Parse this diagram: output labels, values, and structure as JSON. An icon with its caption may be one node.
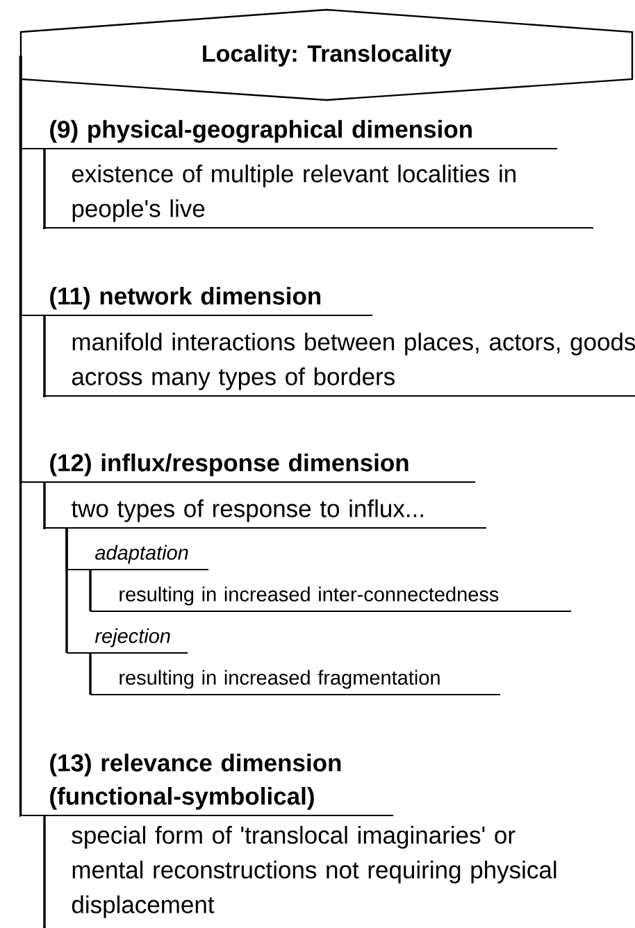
{
  "diagram": {
    "nodes": [
      {
        "text": [
          "Locality: Translocality"
        ]
      },
      {
        "text": [
          "(9)  physical-geographical dimension"
        ]
      },
      {
        "text": [
          "existence of multiple relevant localities in people's live"
        ]
      },
      {
        "text": [
          "(11) network dimension"
        ]
      },
      {
        "text": [
          "manifold interactions between places, actors, goods across many types of borders"
        ]
      },
      {
        "text": [
          "(12) influx/response dimension"
        ]
      },
      {
        "text": [
          "two types of response to influx..."
        ]
      },
      {
        "text": [
          "adaptation"
        ]
      },
      {
        "text": [
          "resulting in increased inter-connectedness"
        ]
      },
      {
        "text": [
          "rejection"
        ]
      },
      {
        "text": [
          "resulting in increased fragmentation"
        ]
      },
      {
        "text": [
          "(13) relevance dimension (functional-symbolical)"
        ]
      },
      {
        "text": [
          "special form of 'translocal imaginaries' or mental reconstructions not requiring physical displacement"
        ]
      }
    ],
    "edges": [
      {
        "from": 0,
        "to": 1,
        "arrow": "none"
      },
      {
        "from": 1,
        "to": 2,
        "arrow": "none"
      },
      {
        "from": 0,
        "to": 3,
        "arrow": "none"
      },
      {
        "from": 3,
        "to": 4,
        "arrow": "none"
      },
      {
        "from": 0,
        "to": 5,
        "arrow": "none"
      },
      {
        "from": 5,
        "to": 6,
        "arrow": "none"
      },
      {
        "from": 6,
        "to": 7,
        "arrow": "none"
      },
      {
        "from": 7,
        "to": 8,
        "arrow": "none"
      },
      {
        "from": 6,
        "to": 9,
        "arrow": "none"
      },
      {
        "from": 9,
        "to": 10,
        "arrow": "none"
      },
      {
        "from": 0,
        "to": 11,
        "arrow": "none"
      },
      {
        "from": 11,
        "to": 12,
        "arrow": "none"
      }
    ]
  }
}
